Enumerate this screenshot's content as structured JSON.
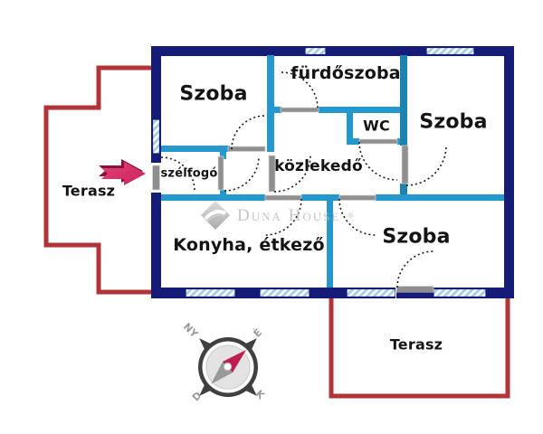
{
  "rooms": {
    "szoba_nw": "Szoba",
    "furdoszoba": "fürdőszoba",
    "szoba_ne": "Szoba",
    "wc": "WC",
    "kozlekedo": "közlekedő",
    "szelfogo": "szélfogó",
    "konyha_etkezo": "Konyha, étkező",
    "szoba_se": "Szoba",
    "terasz_nyugat": "Terasz",
    "terasz_del": "Terasz"
  },
  "compass": {
    "nw": "NY",
    "ne": "É",
    "sw": "D",
    "se": "K"
  },
  "watermark": {
    "brand": "Duna House",
    "registered": "®"
  },
  "colors": {
    "navy": "#141c77",
    "teal": "#2498ce",
    "teal2": "#1e82b0",
    "hatch": "#a9cfe6",
    "jamb": "#8f8f8f",
    "red": "#b23439",
    "arrow": "#cc2159",
    "arrow2": "#8e1038",
    "arc": "#1a1a1a",
    "cdark": "#3f4040",
    "cface": "#e3e3e3",
    "cgray": "#9b9b9b",
    "needle": "#c01d4f",
    "ngray": "#999999",
    "wm": "#bdbdbd",
    "text": "#141414"
  }
}
